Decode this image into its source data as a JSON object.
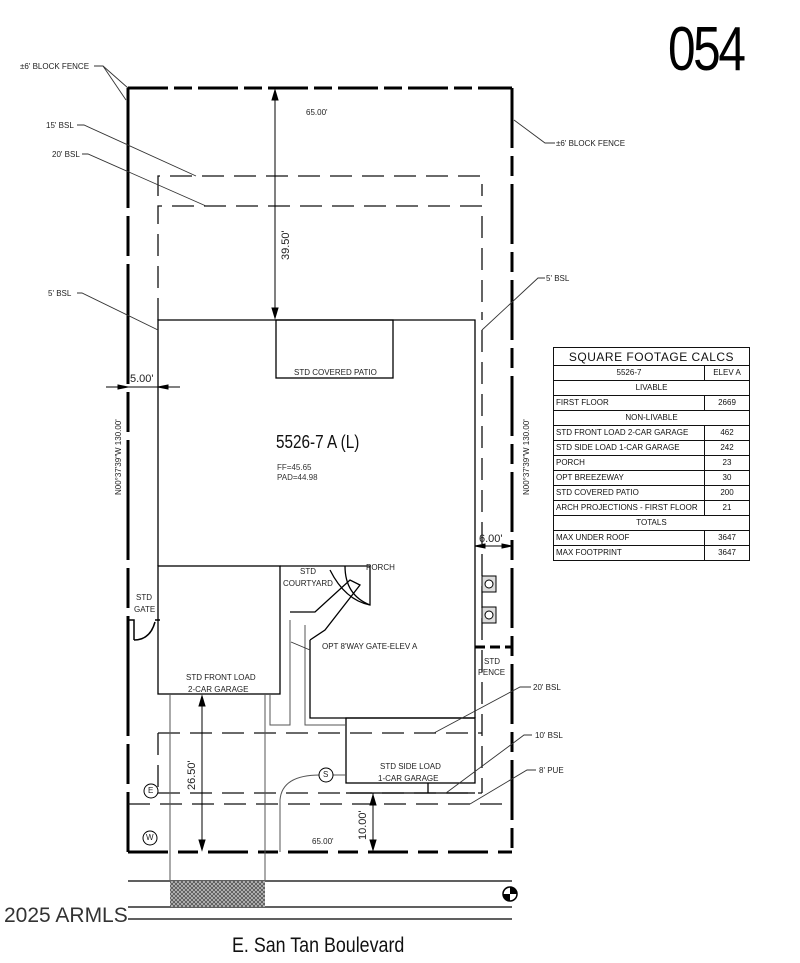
{
  "lot_number": "054",
  "plan": {
    "name": "5526-7 A (L)",
    "ff": "FF=45.65",
    "pad": "PAD=44.98"
  },
  "callouts": {
    "block_fence_left": "±6' BLOCK FENCE",
    "block_fence_right": "±6' BLOCK FENCE",
    "bsl_15": "15' BSL",
    "bsl_20_top": "20' BSL",
    "bsl_5_left": "5' BSL",
    "bsl_5_right": "5' BSL",
    "bsl_20_bottom": "20' BSL",
    "bsl_10": "10' BSL",
    "pue_8": "8' PUE"
  },
  "dimensions": {
    "top_width": "65.00'",
    "bottom_width": "65.00'",
    "rear_setback": "39.50'",
    "left_side": "5.00'",
    "right_side": "6.00'",
    "front_garage": "26.50'",
    "front_pue": "10.00'",
    "left_bearing": "N00°37'39\"W 130.00'",
    "right_bearing": "N00°37'39\"W 130.00'"
  },
  "labels": {
    "covered_patio": "STD COVERED PATIO",
    "courtyard_1": "STD",
    "courtyard_2": "COURTYARD",
    "porch": "PORCH",
    "gate_1": "STD",
    "gate_2": "GATE",
    "opt_gate": "OPT 8'WAY GATE-ELEV A",
    "front_garage_1": "STD FRONT LOAD",
    "front_garage_2": "2-CAR GARAGE",
    "side_garage_1": "STD SIDE LOAD",
    "side_garage_2": "1-CAR GARAGE",
    "fence_1": "STD",
    "fence_2": "FENCE",
    "utility_e": "E",
    "utility_s": "S",
    "utility_w": "W"
  },
  "sqft_table": {
    "title": "SQUARE FOOTAGE CALCS",
    "plan": "5526-7",
    "elev": "ELEV A",
    "livable_header": "LIVABLE",
    "livable": [
      {
        "label": "FIRST FLOOR",
        "value": "2669"
      }
    ],
    "non_livable_header": "NON-LIVABLE",
    "non_livable": [
      {
        "label": "STD FRONT LOAD 2-CAR GARAGE",
        "value": "462"
      },
      {
        "label": "STD SIDE LOAD 1-CAR GARAGE",
        "value": "242"
      },
      {
        "label": "PORCH",
        "value": "23"
      },
      {
        "label": "OPT BREEZEWAY",
        "value": "30"
      },
      {
        "label": "STD COVERED PATIO",
        "value": "200"
      },
      {
        "label": "ARCH PROJECTIONS - FIRST FLOOR",
        "value": "21"
      }
    ],
    "totals_header": "TOTALS",
    "totals": [
      {
        "label": "MAX UNDER ROOF",
        "value": "3647"
      },
      {
        "label": "MAX FOOTPRINT",
        "value": "3647"
      }
    ]
  },
  "footer": {
    "copyright": "2025 ARMLS",
    "street": "E. San Tan Boulevard"
  }
}
